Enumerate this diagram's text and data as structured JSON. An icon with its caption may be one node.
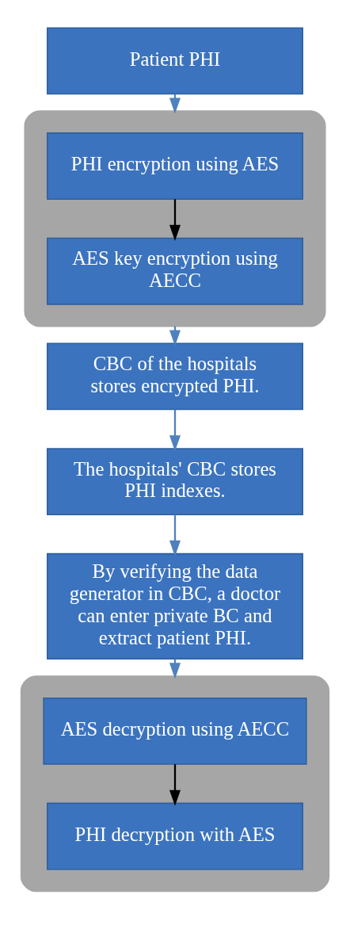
{
  "diagram": {
    "nodes": [
      {
        "text": [
          "Patient PHI"
        ]
      },
      {
        "text": [],
        "shape": "box"
      },
      {
        "text": [
          "PHI encryption using AES"
        ],
        "in": 1
      },
      {
        "text": [
          "AES key encryption using AECC"
        ],
        "in": 1
      },
      {
        "text": [
          "CBC of the hospitals stores encrypted PHI."
        ]
      },
      {
        "text": [
          "The hospitals' CBC stores PHI indexes."
        ]
      },
      {
        "text": [
          "By verifying the data generator in CBC, a doctor can enter private BC and extract patient PHI."
        ]
      },
      {
        "text": [],
        "shape": "box"
      },
      {
        "text": [
          "AES decryption using AECC"
        ],
        "in": 7
      },
      {
        "text": [
          "PHI decryption with AES"
        ],
        "in": 7
      }
    ],
    "edges": [
      {
        "from": 0,
        "to": 1,
        "arrow": "to"
      },
      {
        "from": 2,
        "to": 3,
        "arrow": "to",
        "color": "#000000"
      },
      {
        "from": 1,
        "to": 4,
        "arrow": "to"
      },
      {
        "from": 4,
        "to": 5,
        "arrow": "to"
      },
      {
        "from": 5,
        "to": 6,
        "arrow": "to"
      },
      {
        "from": 6,
        "to": 7,
        "arrow": "to"
      },
      {
        "from": 8,
        "to": 9,
        "arrow": "to",
        "color": "#000000"
      }
    ]
  }
}
